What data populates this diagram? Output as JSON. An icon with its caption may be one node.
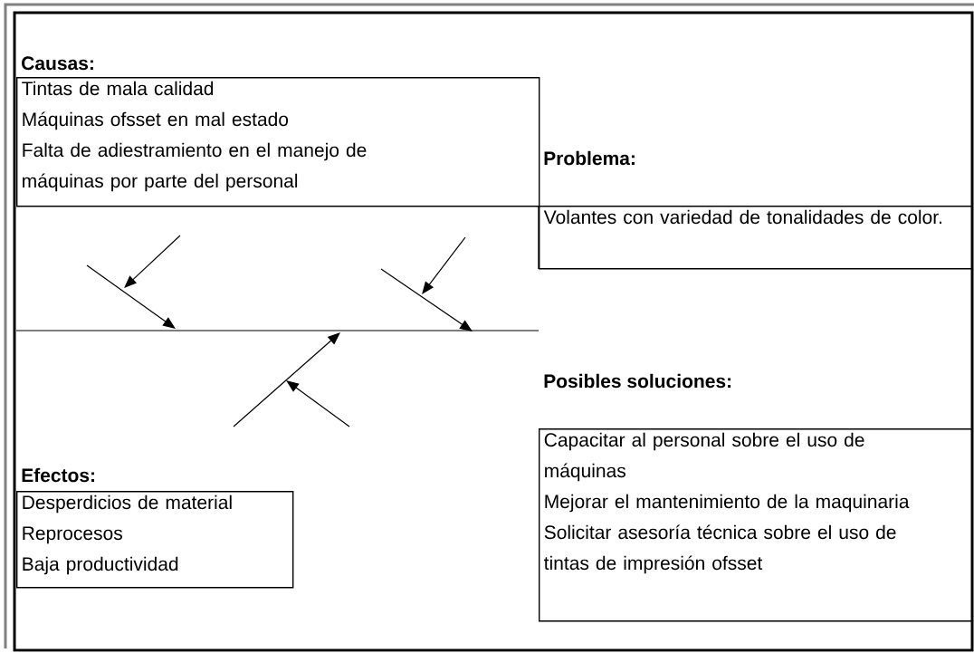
{
  "diagram": {
    "nodes": [
      {
        "text": [
          "Causas:",
          "Tintas de mala calidad",
          "Máquinas ofsset en mal estado",
          "Falta de adiestramiento en el manejo de máquinas por parte del personal"
        ]
      },
      {
        "text": [
          "Problema:",
          "Volantes con variedad de tonalidades de color."
        ]
      },
      {
        "text": [
          "Efectos:",
          "Desperdicios de material",
          "Reprocesos",
          "Baja productividad"
        ]
      },
      {
        "text": [
          "Posibles soluciones:",
          "Capacitar al personal sobre el uso de máquinas",
          "Mejorar el mantenimiento de la maquinaria",
          "Solicitar asesoría técnica sobre el uso de tintas de impresión ofsset"
        ]
      }
    ]
  }
}
